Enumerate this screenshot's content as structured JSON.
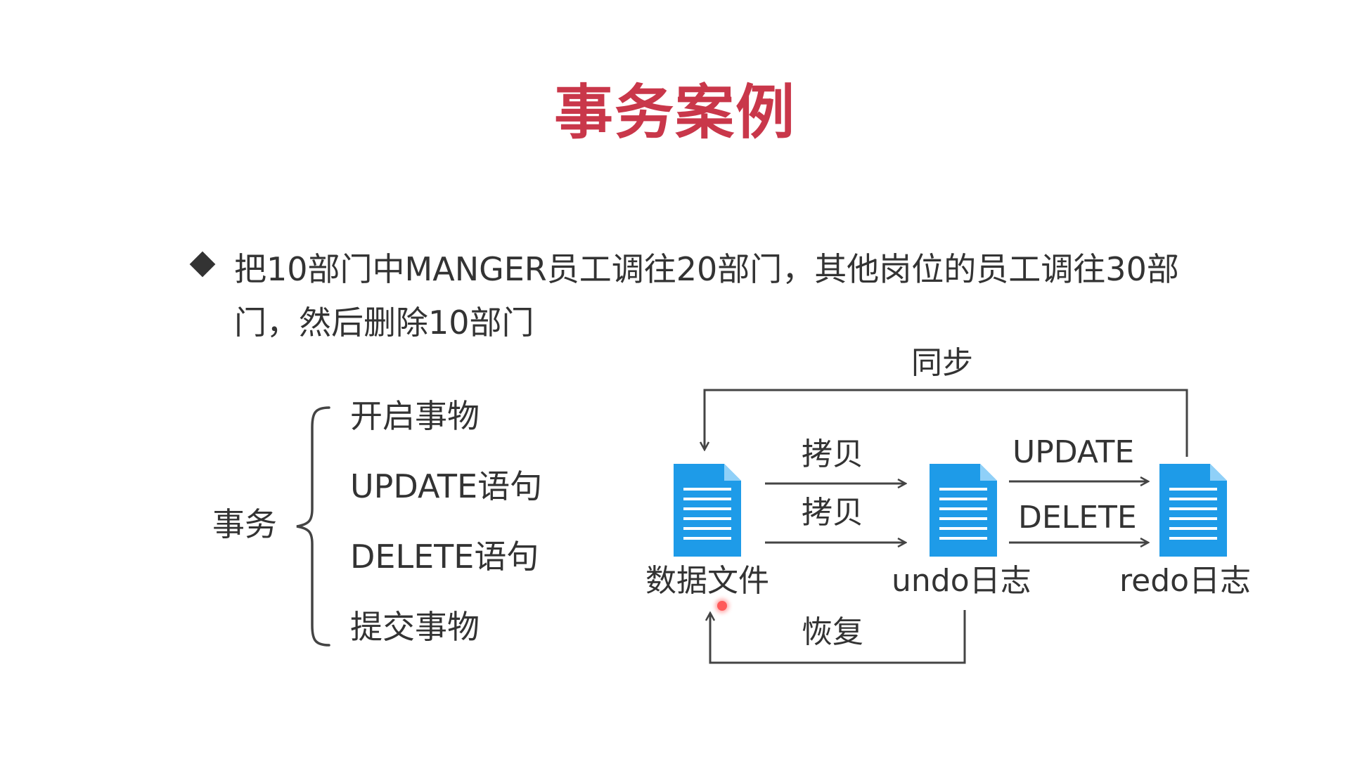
{
  "title": "事务案例",
  "bullet": {
    "line1": "把10部门中MANGER员工调往20部门，其他岗位的员工调往30部",
    "line2": "门，然后删除10部门"
  },
  "transaction": {
    "label": "事务",
    "steps": [
      "开启事物",
      "UPDATE语句",
      "DELETE语句",
      "提交事物"
    ]
  },
  "diagram": {
    "nodes": [
      "数据文件",
      "undo日志",
      "redo日志"
    ],
    "edges": {
      "copy_top": "拷贝",
      "copy_bottom": "拷贝",
      "update": "UPDATE",
      "delete": "DELETE",
      "sync": "同步",
      "restore": "恢复"
    }
  },
  "colors": {
    "title": "#c9374a",
    "doc_icon": "#1e9be8",
    "text": "#333333",
    "line": "#444444"
  },
  "icons": [
    "bullet-diamond-icon",
    "brace-icon",
    "document-icon",
    "cursor-pointer-icon"
  ]
}
